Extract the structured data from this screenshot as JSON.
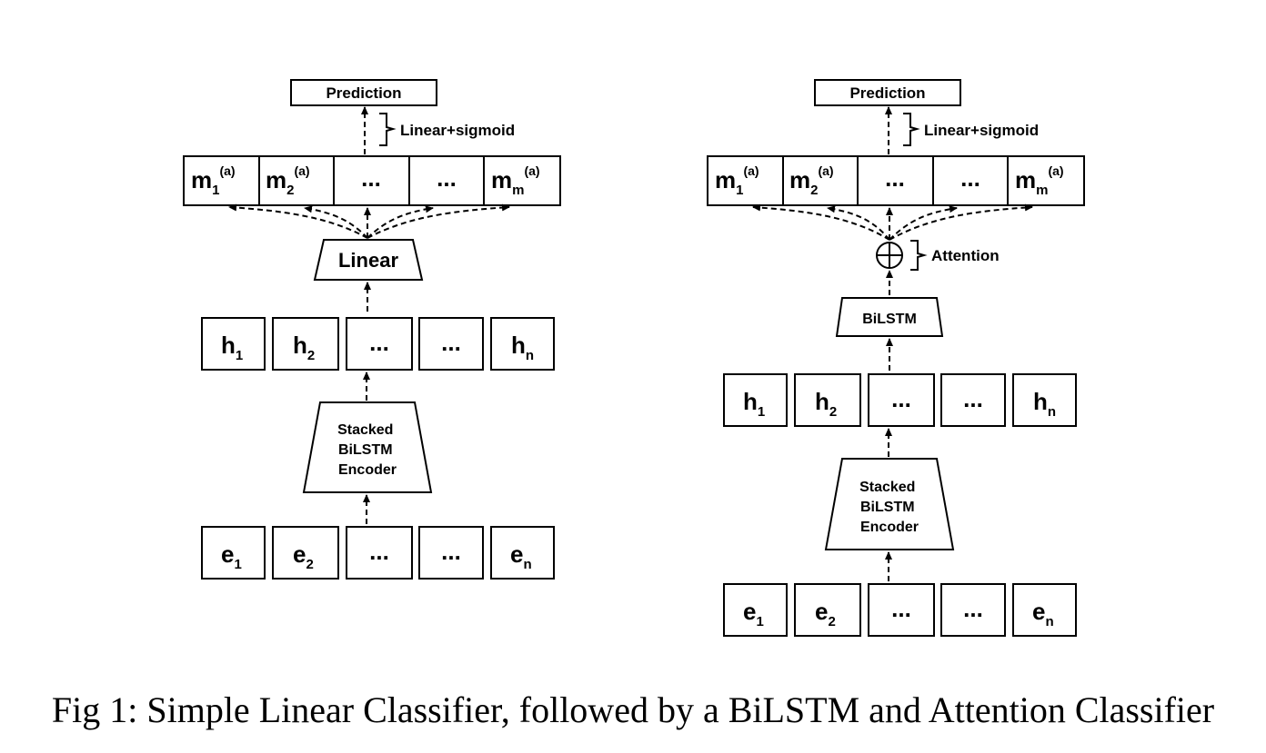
{
  "caption": "Fig 1: Simple Linear Classifier, followed by a BiLSTM and Attention Classifier",
  "left_panel": {
    "prediction": "Prediction",
    "head_label": "Linear+sigmoid",
    "linear": "Linear",
    "encoder": [
      "Stacked",
      "BiLSTM",
      "Encoder"
    ],
    "outputs": [
      {
        "base": "m",
        "sub": "1",
        "sup": "(a)"
      },
      {
        "base": "m",
        "sub": "2",
        "sup": "(a)"
      },
      {
        "base": "...",
        "sub": "",
        "sup": ""
      },
      {
        "base": "...",
        "sub": "",
        "sup": ""
      },
      {
        "base": "m",
        "sub": "m",
        "sup": "(a)"
      }
    ],
    "hidden": [
      {
        "base": "h",
        "sub": "1"
      },
      {
        "base": "h",
        "sub": "2"
      },
      {
        "base": "...",
        "sub": ""
      },
      {
        "base": "...",
        "sub": ""
      },
      {
        "base": "h",
        "sub": "n"
      }
    ],
    "embeddings": [
      {
        "base": "e",
        "sub": "1"
      },
      {
        "base": "e",
        "sub": "2"
      },
      {
        "base": "...",
        "sub": ""
      },
      {
        "base": "...",
        "sub": ""
      },
      {
        "base": "e",
        "sub": "n"
      }
    ]
  },
  "right_panel": {
    "prediction": "Prediction",
    "head_label": "Linear+sigmoid",
    "attention": "Attention",
    "bilstm": "BiLSTM",
    "encoder": [
      "Stacked",
      "BiLSTM",
      "Encoder"
    ],
    "outputs": [
      {
        "base": "m",
        "sub": "1",
        "sup": "(a)"
      },
      {
        "base": "m",
        "sub": "2",
        "sup": "(a)"
      },
      {
        "base": "...",
        "sub": "",
        "sup": ""
      },
      {
        "base": "...",
        "sub": "",
        "sup": ""
      },
      {
        "base": "m",
        "sub": "m",
        "sup": "(a)"
      }
    ],
    "hidden": [
      {
        "base": "h",
        "sub": "1"
      },
      {
        "base": "h",
        "sub": "2"
      },
      {
        "base": "...",
        "sub": ""
      },
      {
        "base": "...",
        "sub": ""
      },
      {
        "base": "h",
        "sub": "n"
      }
    ],
    "embeddings": [
      {
        "base": "e",
        "sub": "1"
      },
      {
        "base": "e",
        "sub": "2"
      },
      {
        "base": "...",
        "sub": ""
      },
      {
        "base": "...",
        "sub": ""
      },
      {
        "base": "e",
        "sub": "n"
      }
    ]
  }
}
